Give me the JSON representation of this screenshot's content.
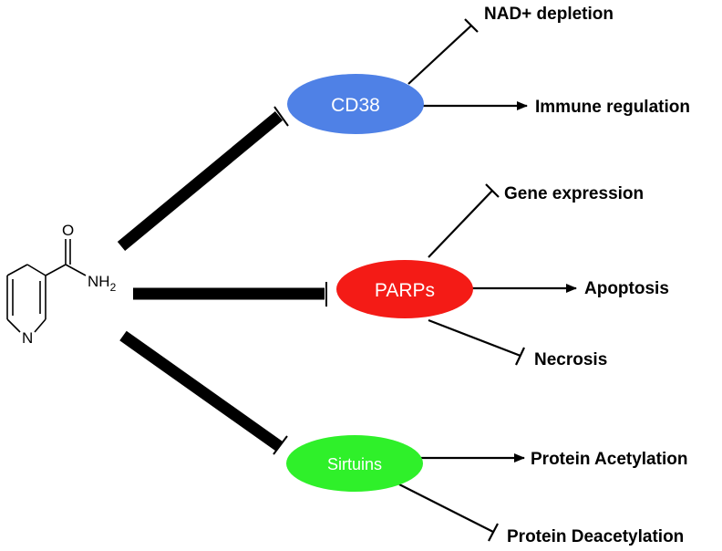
{
  "molecule": {
    "oxygen": "O",
    "nitrogen": "N",
    "amide": "NH",
    "amide_sub": "2"
  },
  "nodes": {
    "cd38": {
      "label": "CD38",
      "color": "#4f81e6"
    },
    "parps": {
      "label": "PARPs",
      "color": "#f41b16"
    },
    "sirtuins": {
      "label": "Sirtuins",
      "color": "#2ff02a"
    }
  },
  "outcomes": {
    "nad_depletion": "NAD+ depletion",
    "immune_regulation": "Immune regulation",
    "gene_expression": "Gene expression",
    "apoptosis": "Apoptosis",
    "necrosis": "Necrosis",
    "protein_acetylation": "Protein Acetylation",
    "protein_deacetylation": "Protein Deacetylation"
  }
}
